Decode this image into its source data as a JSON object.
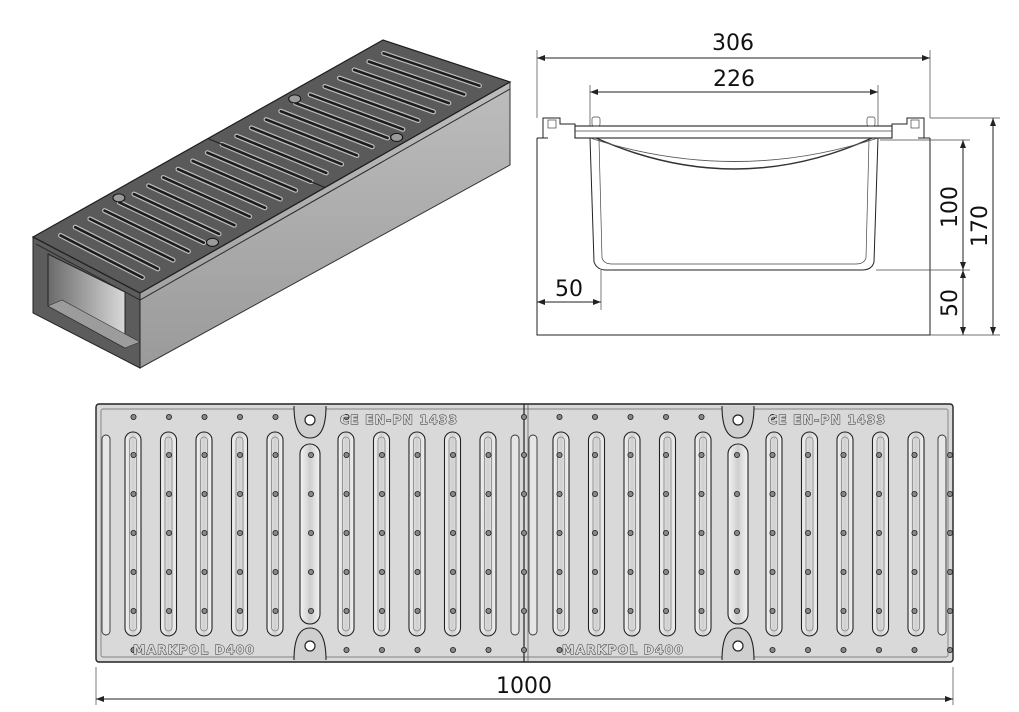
{
  "dimensions": {
    "total_width": "306",
    "inner_width": "226",
    "channel_depth": "100",
    "total_height": "170",
    "base_thickness": "50",
    "wall_thickness": "50",
    "grate_length": "1000"
  },
  "grate_markings": {
    "standard_1": "CE EN-PN 1433",
    "standard_2": "CE EN-PN 1433",
    "maker_1": "MARKPOL D400",
    "maker_2": "MARKPOL D400"
  },
  "colors": {
    "grate_fill": "#d6d6d6",
    "iron_dark": "#4a4a4a",
    "concrete_light": "#c8c8c8",
    "concrete_dark": "#5a5a5a"
  }
}
